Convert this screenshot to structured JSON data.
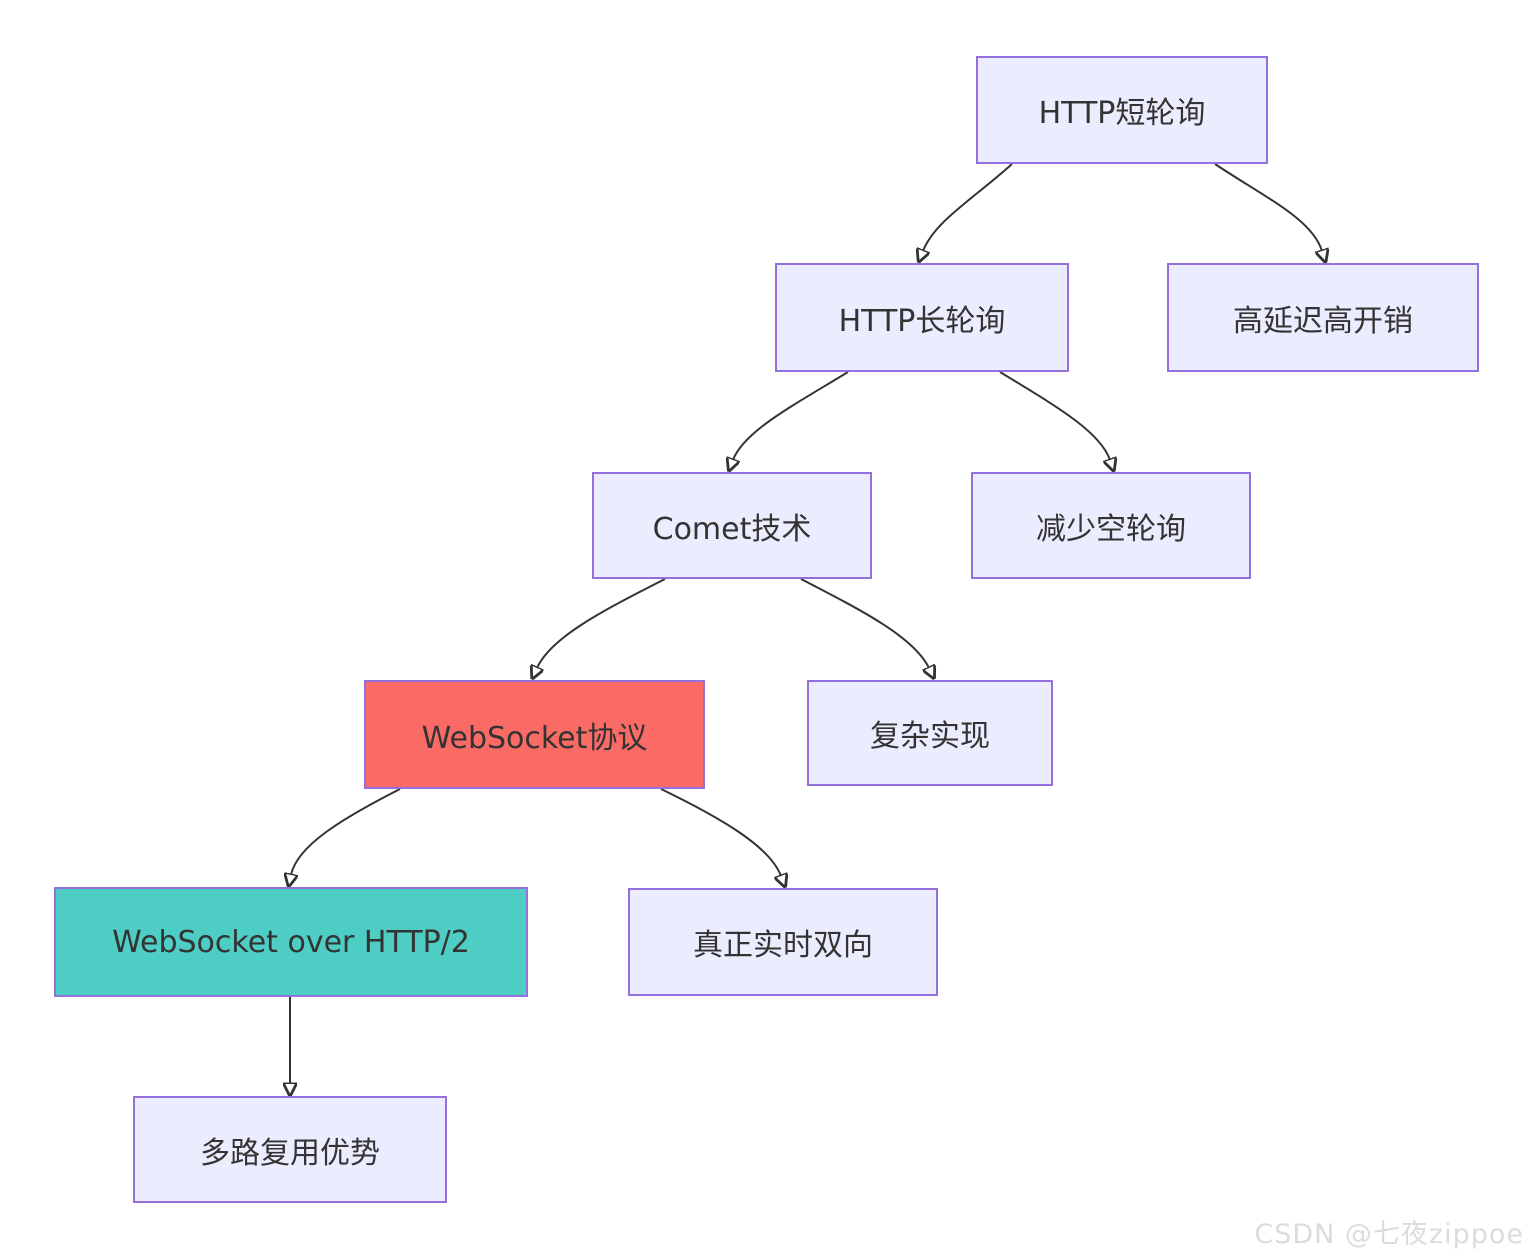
{
  "diagram": {
    "type": "flowchart-top-down",
    "nodes": [
      {
        "id": "A",
        "label": "HTTP短轮询",
        "style": "default"
      },
      {
        "id": "B",
        "label": "HTTP长轮询",
        "style": "default"
      },
      {
        "id": "C",
        "label": "高延迟高开销",
        "style": "default"
      },
      {
        "id": "D",
        "label": "Comet技术",
        "style": "default"
      },
      {
        "id": "E",
        "label": "减少空轮询",
        "style": "default"
      },
      {
        "id": "F",
        "label": "WebSocket协议",
        "style": "red"
      },
      {
        "id": "G",
        "label": "复杂实现",
        "style": "default"
      },
      {
        "id": "H",
        "label": "WebSocket over HTTP/2",
        "style": "teal"
      },
      {
        "id": "I",
        "label": "真正实时双向",
        "style": "default"
      },
      {
        "id": "J",
        "label": "多路复用优势",
        "style": "default"
      }
    ],
    "edges": [
      {
        "from": "HTTP短轮询",
        "to": "HTTP长轮询"
      },
      {
        "from": "HTTP短轮询",
        "to": "高延迟高开销"
      },
      {
        "from": "HTTP长轮询",
        "to": "Comet技术"
      },
      {
        "from": "HTTP长轮询",
        "to": "减少空轮询"
      },
      {
        "from": "Comet技术",
        "to": "WebSocket协议"
      },
      {
        "from": "Comet技术",
        "to": "复杂实现"
      },
      {
        "from": "WebSocket协议",
        "to": "WebSocket over HTTP/2"
      },
      {
        "from": "WebSocket协议",
        "to": "真正实时双向"
      },
      {
        "from": "WebSocket over HTTP/2",
        "to": "多路复用优势"
      }
    ],
    "colors": {
      "node_fill": "#ECECFF",
      "node_border": "#9370DB",
      "highlight_red_fill": "#FA6B66",
      "highlight_teal_fill": "#4ECDC4",
      "edge_stroke": "#333333",
      "text": "#333333"
    }
  },
  "watermark": "CSDN @七夜zippoe"
}
